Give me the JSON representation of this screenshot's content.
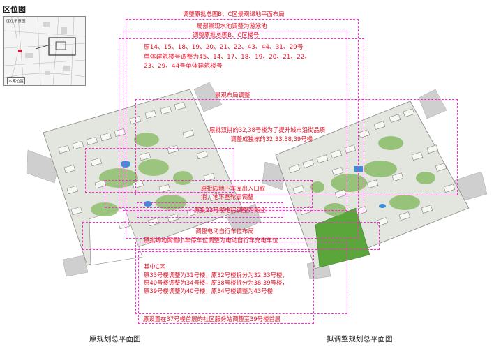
{
  "location": {
    "title": "区位图",
    "inset_label": "区位示意图",
    "project_label": "本案位置"
  },
  "captions": {
    "left": "原规划总平面图",
    "right": "拟调整规划总平面图"
  },
  "notes": {
    "top1": "调整原批总图B、C区景观绿地平面布局",
    "top2": "局部景观水池调整为游泳池",
    "top3": "调整原批总图B、C区楼号",
    "renumber": [
      "原14、15、18、19、20、21、22、43、44、31、29号",
      "单体建筑楼号调整为45、14、17、18、19、20、21、22、",
      "23、29、44号单体建筑楼号"
    ],
    "landscape": "景观布局调整",
    "split": [
      "原批双拼的32,38号楼为了提升城市沿街品质",
      "调整成独栋的32,33,38,39号楼"
    ],
    "garage": [
      "原批园地下车库出入口取",
      "消，地下室轮廓调整"
    ],
    "commercial": "原批23号楼电房调整为商业",
    "bike": [
      "调整电动自行车位布局",
      "原批场地南侧小车停车位调整为电动自行车充电车位"
    ],
    "zone_c": [
      "其中C区",
      "原33号楼调整为31号楼，原32号楼拆分为32,33号楼，",
      "原40号楼调整为34号楼，原38号楼拆分为38,39号楼，",
      "原39号楼调整为40号楼，原34号楼调整为43号楼"
    ],
    "service": "原设置在37号楼首层的社区服务站调整至39号楼首层"
  },
  "colors": {
    "annotation_text": "#e8132a",
    "dashed_frame": "#ff2bd0",
    "lawn": "#5aa63a",
    "road": "#c9c9c9",
    "site": "#e6e8e3",
    "building": "#f7f7f4",
    "water": "#3a8fd8"
  }
}
